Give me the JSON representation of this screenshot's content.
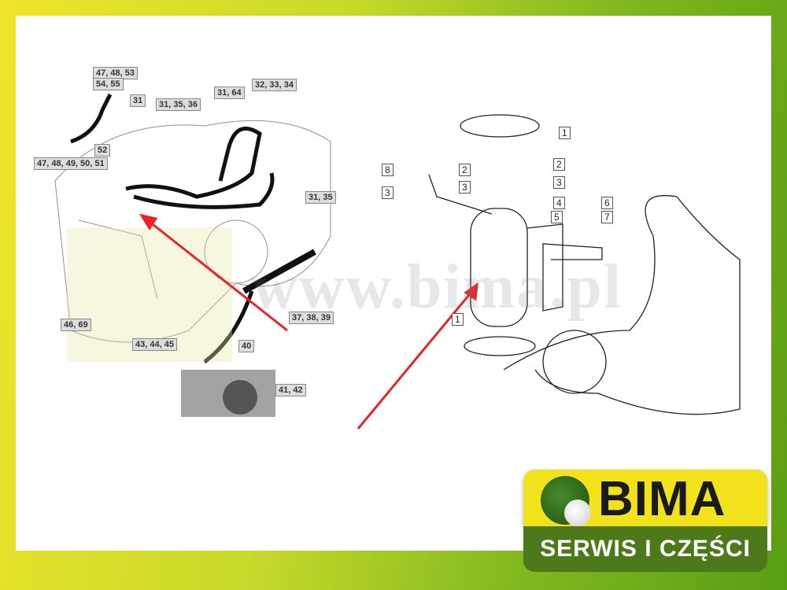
{
  "left_diagram": {
    "labels": [
      "47, 48, 53",
      "54, 55",
      "31",
      "31, 35, 36",
      "31, 64",
      "32, 33, 34",
      "52",
      "47, 48, 49, 50, 51",
      "31, 35",
      "46, 69",
      "43, 44, 45",
      "37, 38, 39",
      "40",
      "41, 42"
    ]
  },
  "right_diagram": {
    "labels": [
      "1",
      "8",
      "2",
      "2",
      "3",
      "3",
      "3",
      "4",
      "5",
      "6",
      "7",
      "1"
    ]
  },
  "watermark": "www.bima.pl",
  "logo": {
    "brand": "BIMA",
    "tagline": "SERWIS I CZĘŚCI"
  },
  "colors": {
    "arrow": "#e8242a",
    "logo_yellow": "#f2e21c",
    "logo_green": "#4c7a1a"
  }
}
